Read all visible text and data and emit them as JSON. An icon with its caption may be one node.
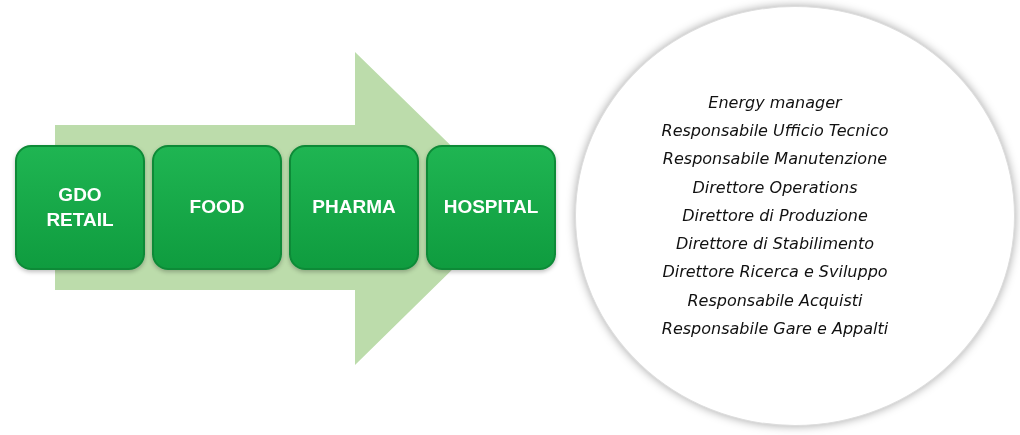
{
  "diagram": {
    "nodes": [
      {
        "text": [
          "GDO RETAIL"
        ]
      },
      {
        "text": [
          "FOOD"
        ]
      },
      {
        "text": [
          "PHARMA"
        ]
      },
      {
        "text": [
          "HOSPITAL"
        ]
      },
      {
        "text": [
          "Energy manager",
          "Responsabile Ufficio Tecnico",
          "Responsabile Manutenzione",
          "Direttore Operations",
          "Direttore di Produzione",
          "Direttore di Stabilimento",
          "Direttore Ricerca e Sviluppo",
          "Responsabile Acquisti",
          "Responsabile Gare e Appalti"
        ]
      }
    ],
    "edges": [
      {
        "from": 0,
        "to": 3,
        "arrow": "to"
      }
    ]
  }
}
